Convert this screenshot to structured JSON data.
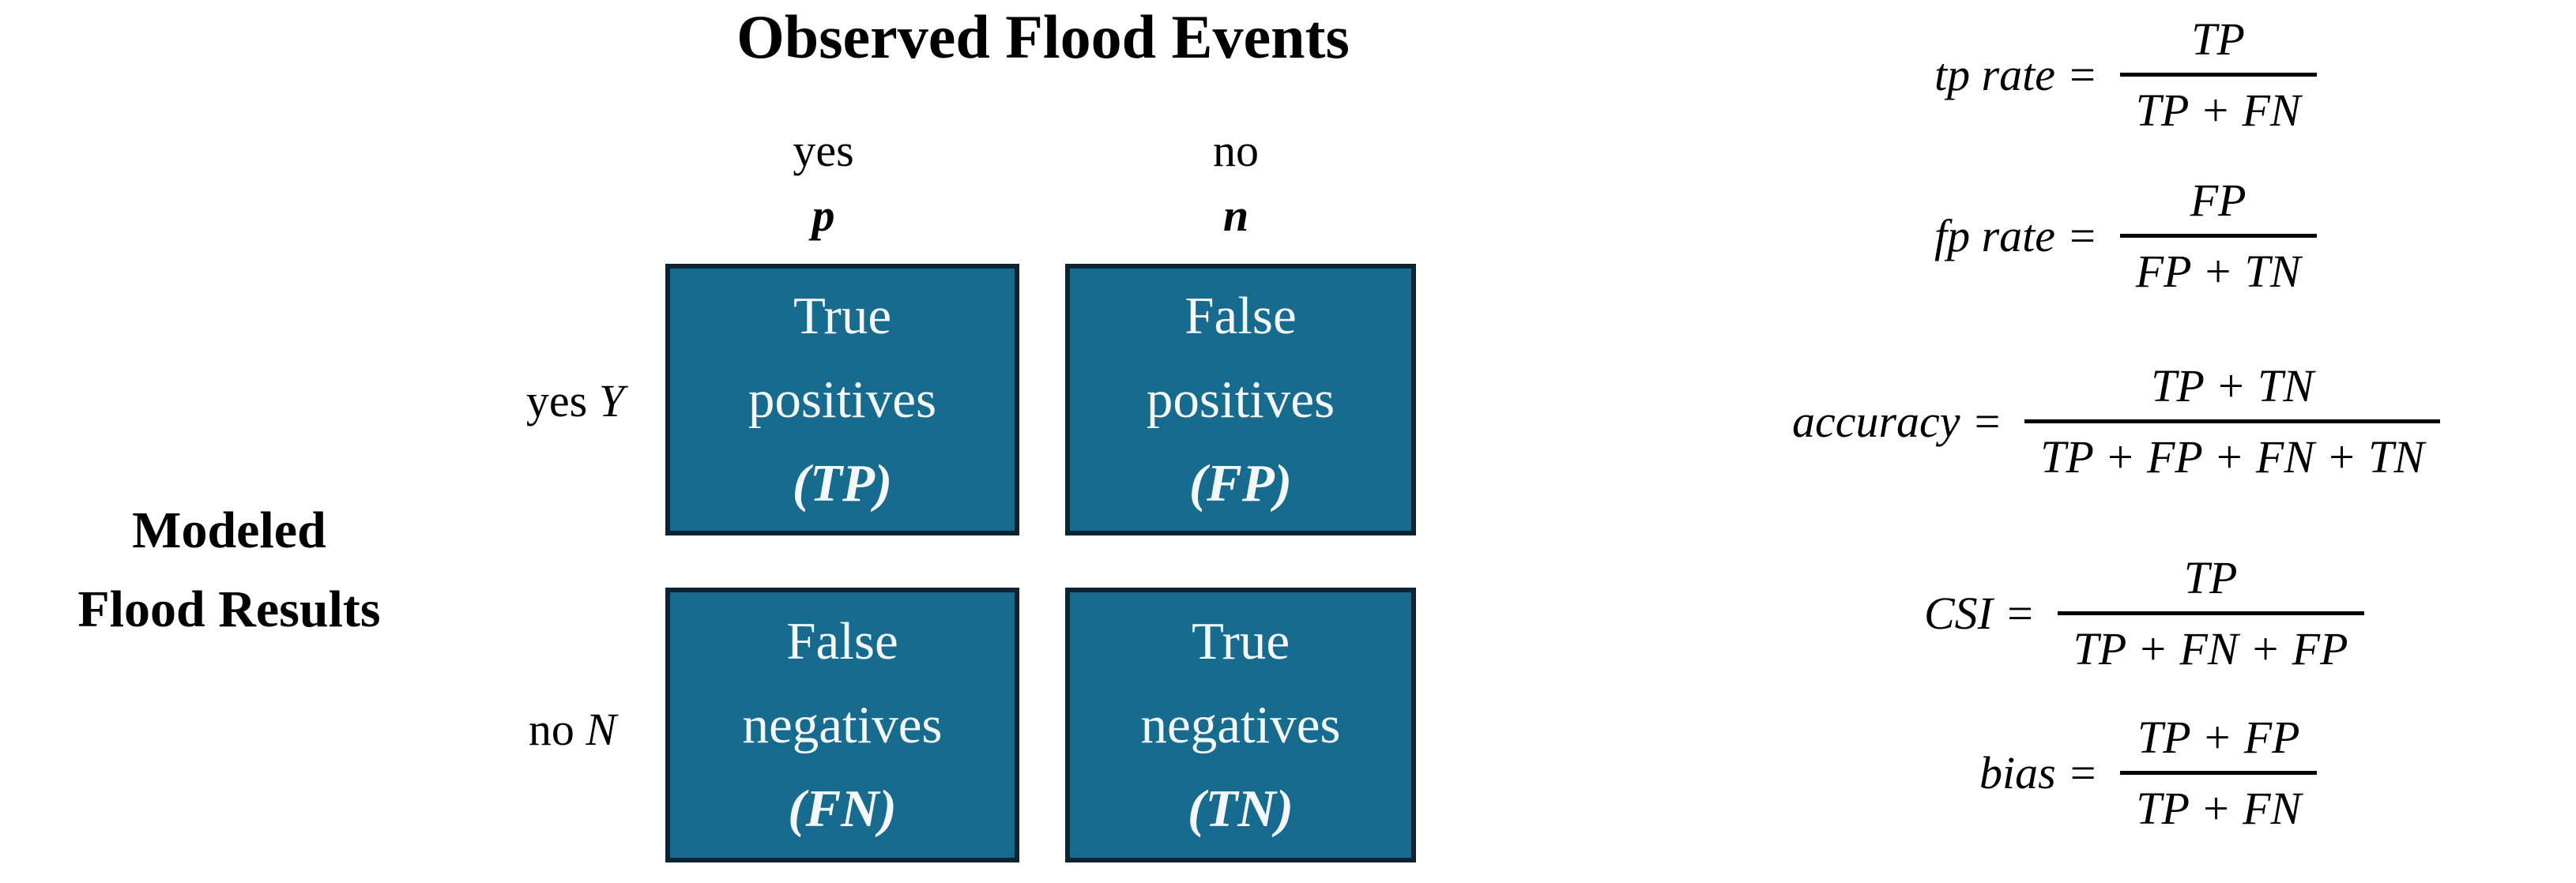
{
  "colors": {
    "background": "#ffffff",
    "text": "#000000",
    "cell_fill": "#176b8e",
    "cell_border": "#0c2433",
    "cell_text": "#f4f8fa"
  },
  "matrix": {
    "title": "Observed Flood Events",
    "row_axis_label_line1": "Modeled",
    "row_axis_label_line2": "Flood Results",
    "col_headers": [
      {
        "label": "yes",
        "symbol": "p"
      },
      {
        "label": "no",
        "symbol": "n"
      }
    ],
    "row_headers": [
      {
        "label": "yes",
        "symbol": "Y"
      },
      {
        "label": "no",
        "symbol": "N"
      }
    ],
    "cells": [
      {
        "line1": "True",
        "line2": "positives",
        "abbr": "(TP)"
      },
      {
        "line1": "False",
        "line2": "positives",
        "abbr": "(FP)"
      },
      {
        "line1": "False",
        "line2": "negatives",
        "abbr": "(FN)"
      },
      {
        "line1": "True",
        "line2": "negatives",
        "abbr": "(TN)"
      }
    ]
  },
  "formulas": [
    {
      "name": "tp rate =",
      "numerator": "TP",
      "denominator": "TP + FN"
    },
    {
      "name": "fp rate =",
      "numerator": "FP",
      "denominator": "FP + TN"
    },
    {
      "name": "accuracy =",
      "numerator": "TP + TN",
      "denominator": "TP + FP + FN + TN"
    },
    {
      "name": "CSI =",
      "numerator": "TP",
      "denominator": "TP + FN + FP"
    },
    {
      "name": "bias =",
      "numerator": "TP + FP",
      "denominator": "TP + FN"
    }
  ]
}
